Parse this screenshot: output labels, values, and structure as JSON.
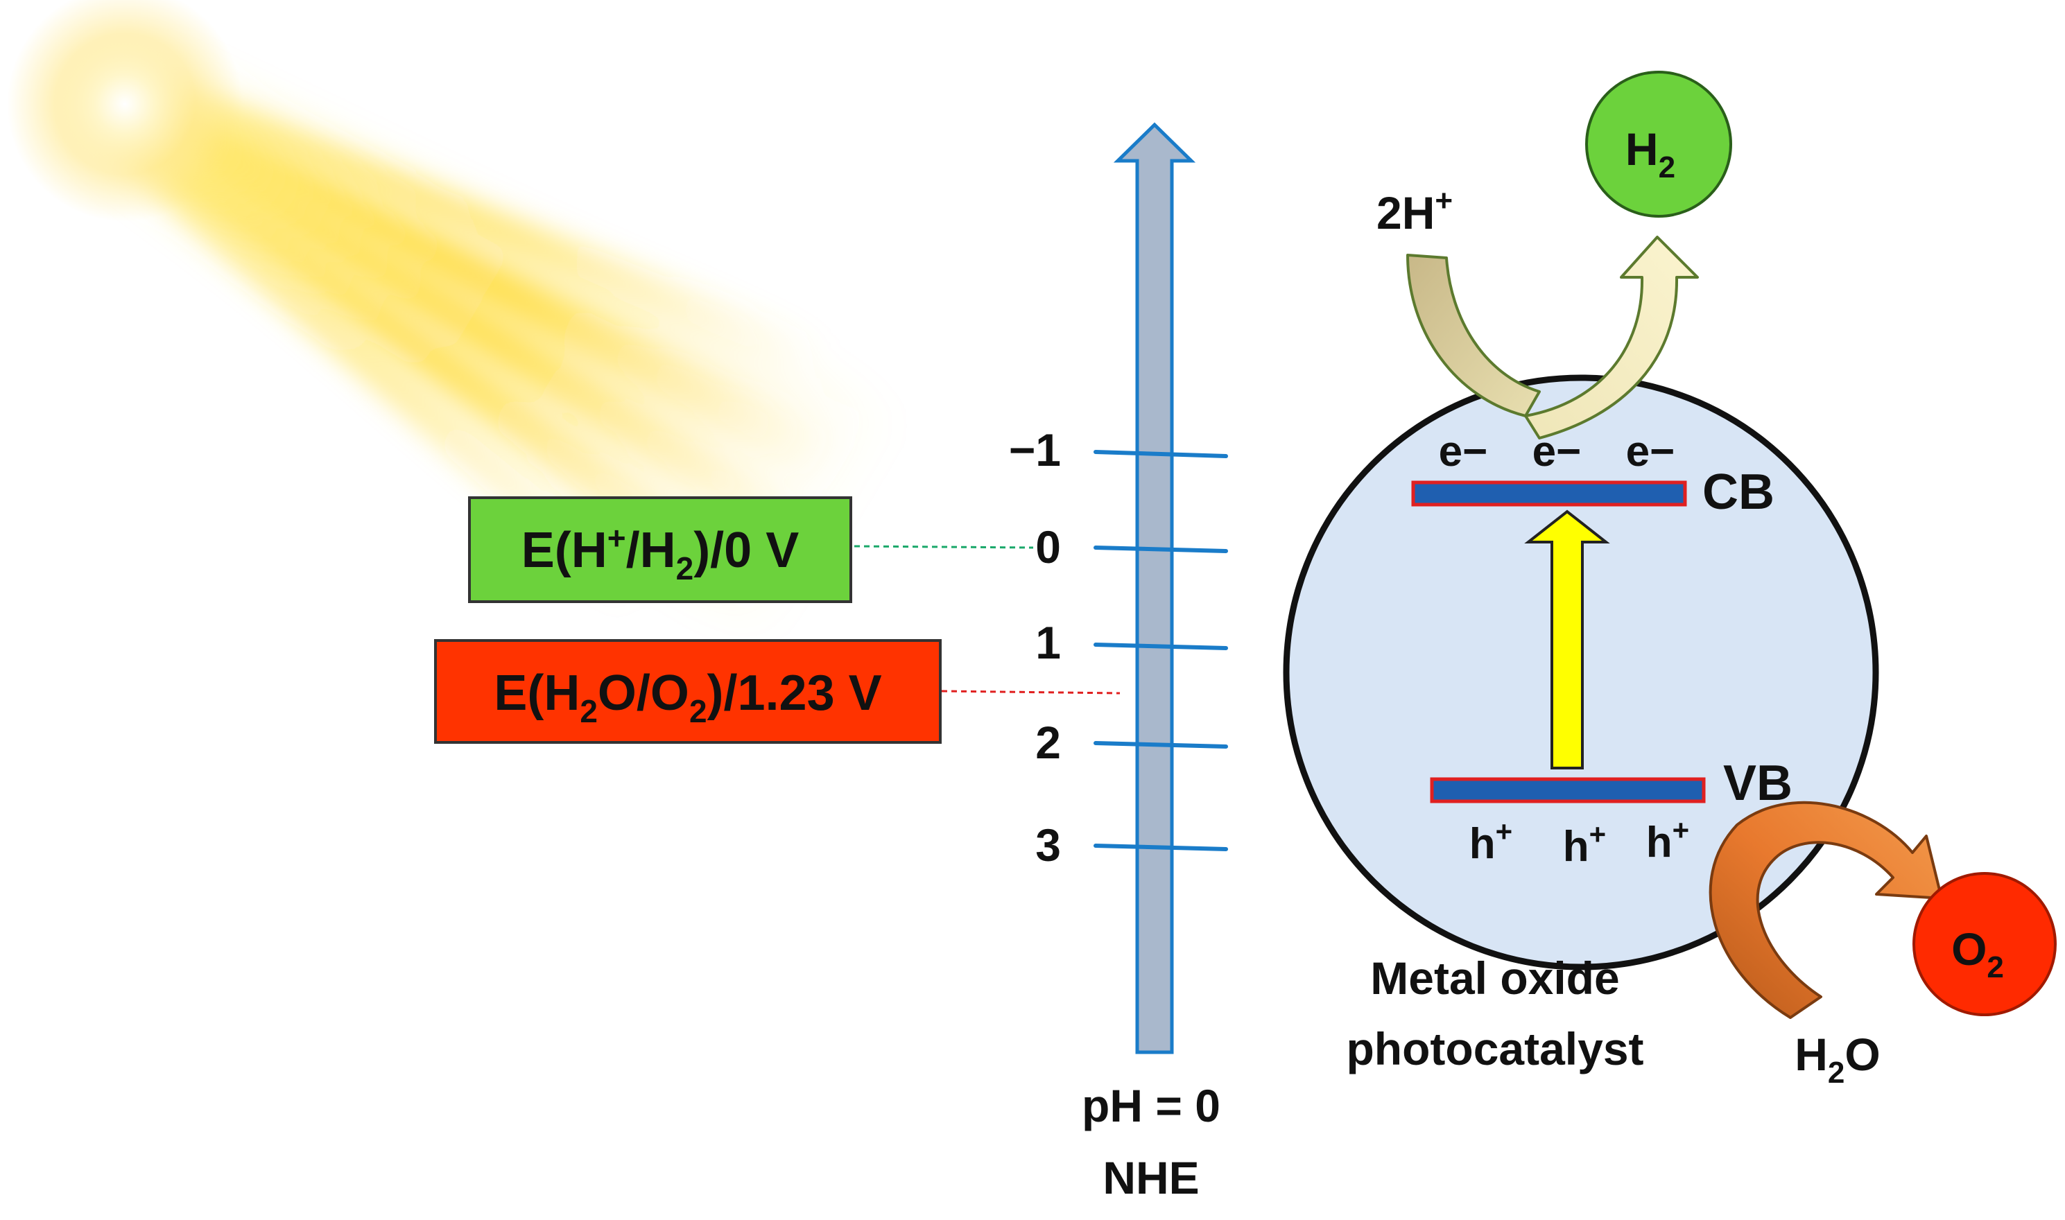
{
  "scale": {
    "ticks": [
      "−1",
      "0",
      "1",
      "2",
      "3"
    ],
    "condition": "pH = 0",
    "reference": "NHE"
  },
  "potentials": {
    "hydrogen": {
      "prefix": "E(H",
      "sup": "+",
      "mid": "/H",
      "sub": "2",
      "suffix": ")/0 V",
      "color": "#6cd23c"
    },
    "oxygen": {
      "prefix": "E(H",
      "sub1": "2",
      "mid": "O/O",
      "sub2": "2",
      "suffix": ")/1.23 V",
      "color": "#ff3300"
    }
  },
  "catalyst": {
    "electron": "e−",
    "hole_base": "h",
    "hole_sup": "+",
    "cb": "CB",
    "vb": "VB",
    "caption_line1": "Metal oxide",
    "caption_line2": "photocatalyst",
    "fill": "#d8e5f5"
  },
  "species": {
    "h2_base": "H",
    "h2_sub": "2",
    "protons_base": "2H",
    "protons_sup": "+",
    "o2_base": "O",
    "o2_sub": "2",
    "water_base": "H",
    "water_sub": "2",
    "water_tail": "O"
  },
  "colors": {
    "h2_bubble": "#6cd23c",
    "o2_bubble": "#ff2a00",
    "axis_arrow": "#a9b8cc",
    "tick": "#1a7cc9",
    "band": "#1f5fb0",
    "band_edge": "#e02020",
    "excitation_arrow": "#ffff00"
  }
}
